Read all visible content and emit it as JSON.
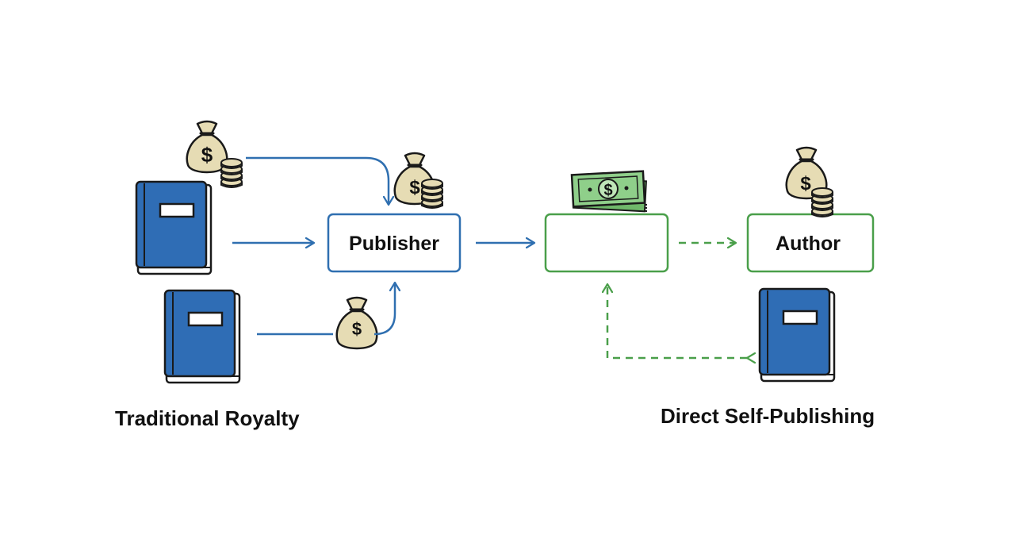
{
  "nodes": {
    "publisher": {
      "label": "Publisher"
    },
    "platform": {
      "label": ""
    },
    "author": {
      "label": "Author"
    }
  },
  "captions": {
    "traditional": "Traditional Royalty",
    "direct": "Direct Self-Publishing"
  },
  "icons": {
    "money_bag_symbol": "$",
    "banknote_symbol": "$"
  },
  "colors": {
    "traditional_flow": "#2f6fb0",
    "direct_flow": "#4a9f4a",
    "book_cover": "#2f6db5",
    "money_bag": "#e6dcb4",
    "banknote": "#8fcf8a",
    "outline": "#1a1a1a"
  }
}
